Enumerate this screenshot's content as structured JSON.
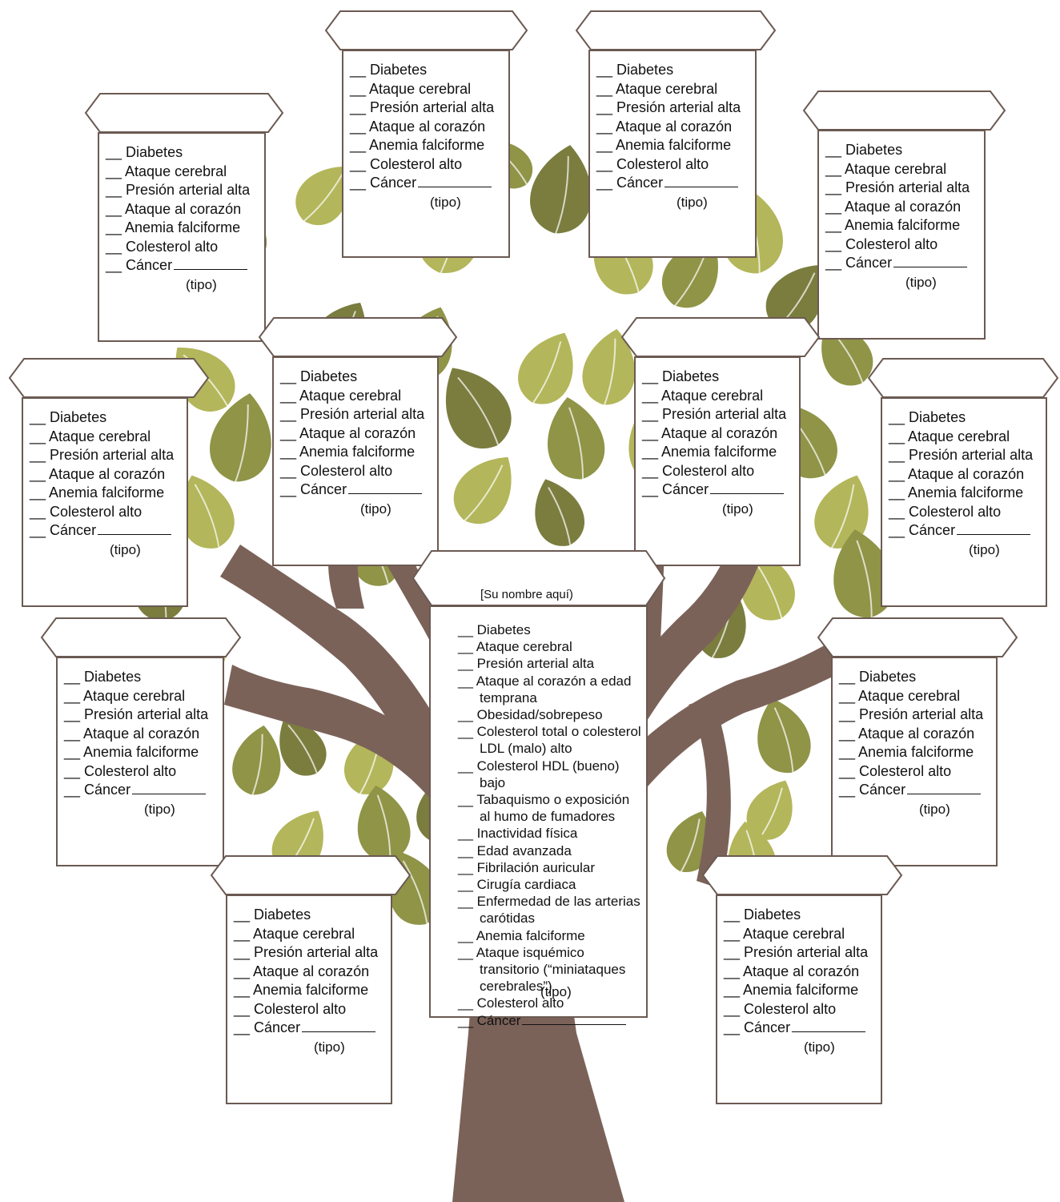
{
  "colors": {
    "trunk": "#7b6259",
    "leaf_dark": "#7a7d3e",
    "leaf_olive": "#8f9447",
    "leaf_light": "#b3b65a",
    "leaf_pale": "#c7c97d",
    "box_border": "#6b5a52"
  },
  "card": {
    "items": [
      "Diabetes",
      "Ataque cerebral",
      "Presión arterial alta",
      "Ataque al corazón",
      "Anemia falciforme",
      "Colesterol alto",
      "Cáncer"
    ],
    "tipo": "(tipo)"
  },
  "main_card": {
    "name_placeholder": "[Su nombre aquí)",
    "items": [
      "Diabetes",
      "Ataque cerebral",
      "Presión arterial alta",
      "Ataque al corazón a edad temprana",
      "Obesidad/sobrepeso",
      "Colesterol total o colesterol LDL (malo) alto",
      "Colesterol HDL (bueno) bajo",
      "Tabaquismo o exposición al humo de fumadores",
      "Inactividad física",
      "Edad avanzada",
      "Fibrilación auricular",
      "Cirugía cardiaca",
      "Enfermedad de las arterias carótidas",
      "Anemia falciforme",
      "Ataque isquémico transitorio (“miniataques cerebrales”)",
      "Colesterol alto",
      "Cáncer"
    ],
    "tipo": "(tipo)"
  }
}
